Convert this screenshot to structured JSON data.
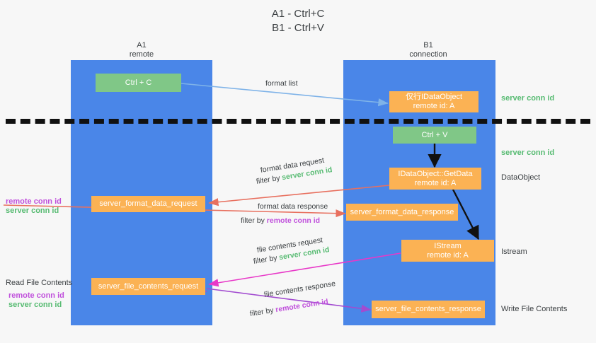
{
  "title": "A1 - Ctrl+C\nB1 - Ctrl+V",
  "lanes": [
    {
      "name": "A1",
      "sub": "remote",
      "header": "A1\nremote"
    },
    {
      "name": "B1",
      "sub": "connection",
      "header": "B1\nconnection"
    }
  ],
  "nodes": {
    "ctrl_c": "Ctrl + C",
    "ctrl_v": "Ctrl + V",
    "idataobject": "仅行IDataObject\nremote id: A",
    "getdata": "IDataObject::GetData\nremote id: A",
    "istream": "IStream\nremote id: A",
    "server_format_data_request": "server_format_data_request",
    "server_format_data_response": "server_format_data_response",
    "server_file_contents_request": "server_file_contents_request",
    "server_file_contents_response": "server_file_contents_response"
  },
  "right_labels": {
    "server_conn_id_top": "server conn id",
    "server_conn_id_mid": "server conn id",
    "data_object": "DataObject",
    "istream": "Istream",
    "write_file_contents": "Write File Contents"
  },
  "left_labels": {
    "remote_conn_id_1": "remote conn id",
    "server_conn_id_1": "server conn id",
    "read_file_contents": "Read File Contents",
    "remote_conn_id_2": "remote conn id",
    "server_conn_id_2": "server conn id"
  },
  "edges": {
    "format_list": "format list",
    "format_data_request": "format data request",
    "format_data_request_filter_prefix": "filter by ",
    "format_data_request_filter_value": "server conn id",
    "format_data_response": "format data response",
    "format_data_response_filter_prefix": "filter by ",
    "format_data_response_filter_value": "remote conn id",
    "file_contents_request": "file contents request",
    "file_contents_request_filter_prefix": "filter by ",
    "file_contents_request_filter_value": "server conn id",
    "file_contents_response": "file contents response",
    "file_contents_response_filter_prefix": "filter by ",
    "file_contents_response_filter_value": "remote conn id"
  },
  "colors": {
    "lane": "#4a86e8",
    "green_node": "#80c787",
    "orange_node": "#fbb254",
    "green_text": "#57bb72",
    "magenta_text": "#c050dc",
    "arrow_blue": "#7fb3e8",
    "arrow_red": "#e8705f",
    "arrow_magenta": "#e838c8",
    "arrow_purple": "#a24bd0",
    "arrow_black": "#111111",
    "background": "#f7f7f7"
  }
}
